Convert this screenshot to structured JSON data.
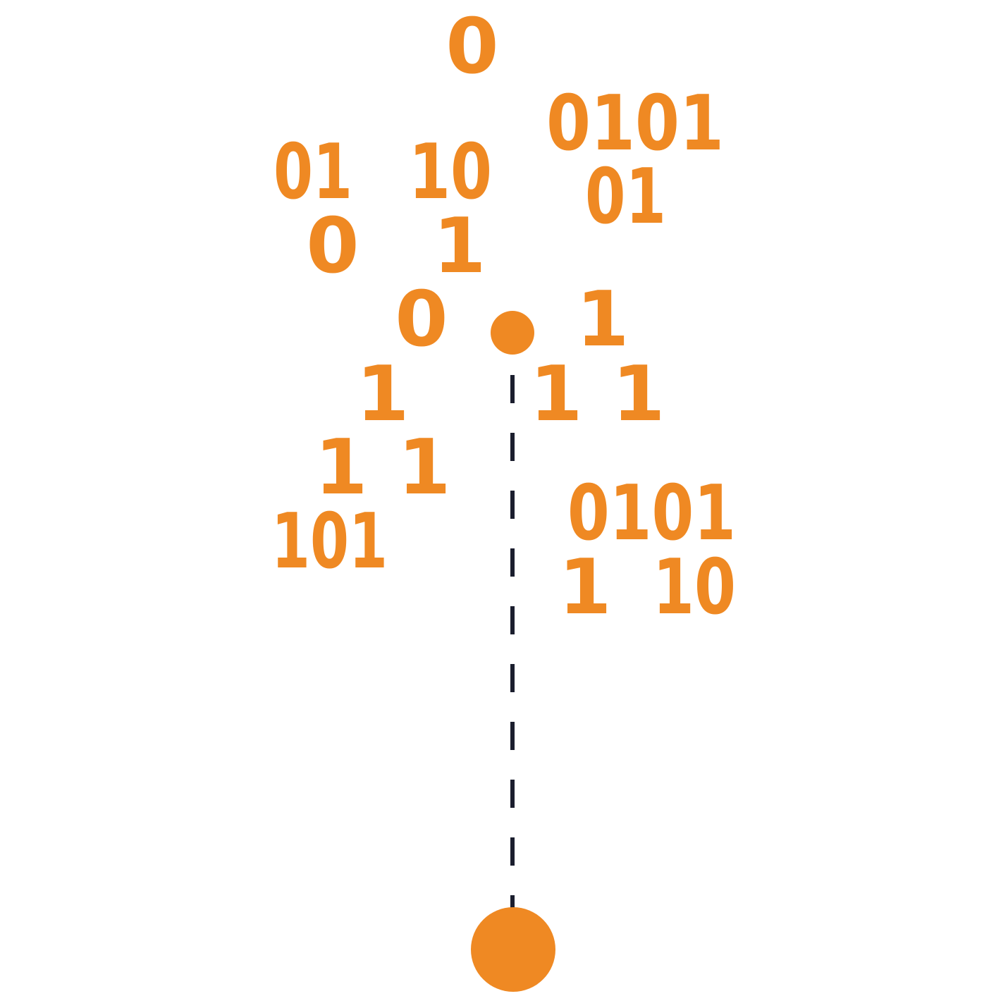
{
  "colors": {
    "accent": "#EF8923",
    "line": "#1B1E2E",
    "background": "#FFFFFF"
  },
  "binary": {
    "b0": "0",
    "b1": "0101",
    "b2": "01",
    "b3": "10",
    "b4": "01",
    "b5": "0",
    "b6": "1",
    "b7": "0",
    "b8": "1",
    "b9": "1",
    "b10": "1",
    "b11": "1",
    "b12": "1",
    "b13": "1",
    "b14": "0101",
    "b15": "101",
    "b16": "1",
    "b17": "10"
  },
  "icon": {
    "top_node": "dot-icon",
    "bottom_node": "anchor-dot-icon",
    "connector": "dashed-line"
  }
}
